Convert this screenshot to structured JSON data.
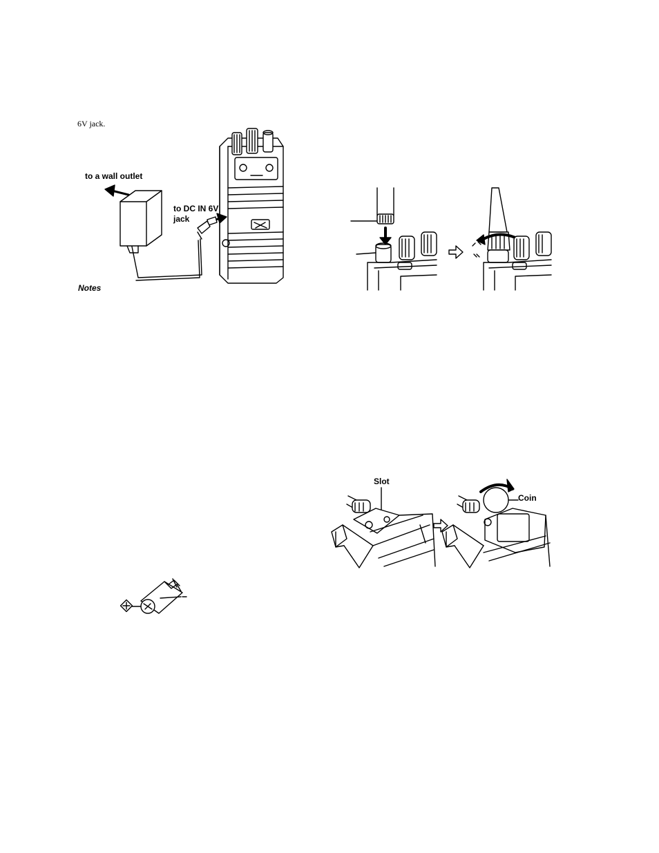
{
  "text": {
    "jack_fragment": "6V jack.",
    "wall_outlet_label": "to a wall outlet",
    "dc_in_label_line1": "to DC IN 6V",
    "dc_in_label_line2": "jack",
    "notes_heading": "Notes",
    "slot_label": "Slot",
    "coin_label": "Coin"
  },
  "figures": [
    {
      "name": "ac-adaptor-connection-figure"
    },
    {
      "name": "antenna-attach-figure"
    },
    {
      "name": "battery-cover-coin-figure"
    },
    {
      "name": "battery-polarity-figure"
    }
  ]
}
